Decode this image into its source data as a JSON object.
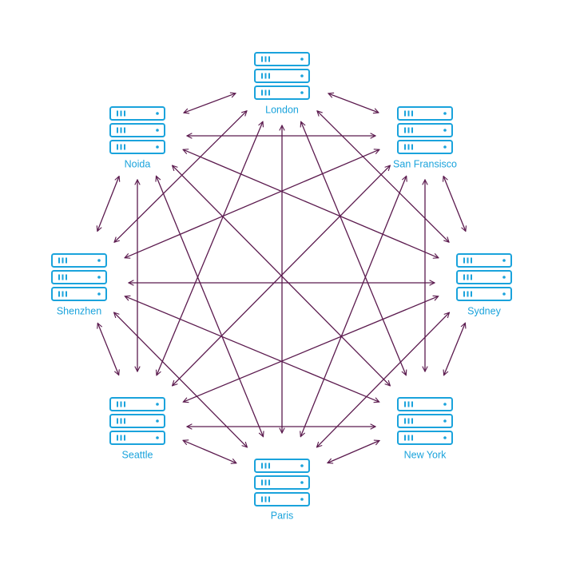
{
  "colors": {
    "server": "#1aa3dc",
    "connection": "#5b1a4e",
    "background": "#ffffff"
  },
  "icon": "server-stack-icon",
  "nodes": [
    {
      "id": "london",
      "label": "London"
    },
    {
      "id": "san-fransisco",
      "label": "San Fransisco"
    },
    {
      "id": "sydney",
      "label": "Sydney"
    },
    {
      "id": "new-york",
      "label": "New York"
    },
    {
      "id": "paris",
      "label": "Paris"
    },
    {
      "id": "seattle",
      "label": "Seattle"
    },
    {
      "id": "shenzhen",
      "label": "Shenzhen"
    },
    {
      "id": "noida",
      "label": "Noida"
    }
  ],
  "connections": "full-mesh bidirectional"
}
